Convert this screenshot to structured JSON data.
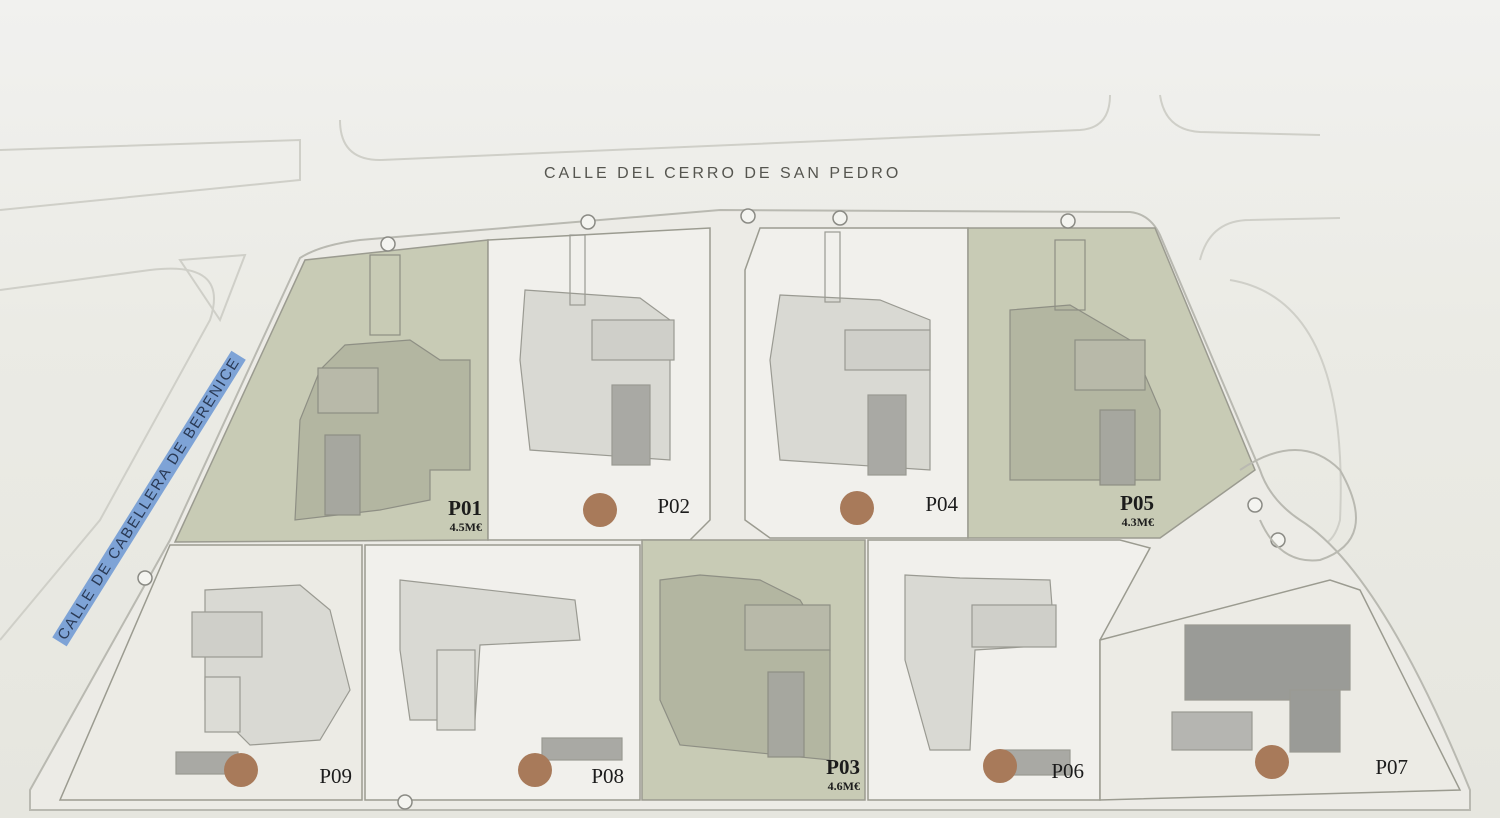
{
  "streets": {
    "north": "CALLE DEL CERRO DE SAN PEDRO",
    "west": "CALLE DE CABELLERA DE BERENICE"
  },
  "colors": {
    "sold_plot": "#c8cbb5",
    "available_plot": "#f1f0ec",
    "marker": "#a87a5a",
    "street_highlight": "#7ea3d6"
  },
  "plots": [
    {
      "id": "P01",
      "price": "4.5M€",
      "status": "sold"
    },
    {
      "id": "P02",
      "price": "",
      "status": "available"
    },
    {
      "id": "P04",
      "price": "",
      "status": "available"
    },
    {
      "id": "P05",
      "price": "4.3M€",
      "status": "sold"
    },
    {
      "id": "P09",
      "price": "",
      "status": "available"
    },
    {
      "id": "P08",
      "price": "",
      "status": "available"
    },
    {
      "id": "P03",
      "price": "4.6M€",
      "status": "sold"
    },
    {
      "id": "P06",
      "price": "",
      "status": "available"
    },
    {
      "id": "P07",
      "price": "",
      "status": "available"
    }
  ]
}
